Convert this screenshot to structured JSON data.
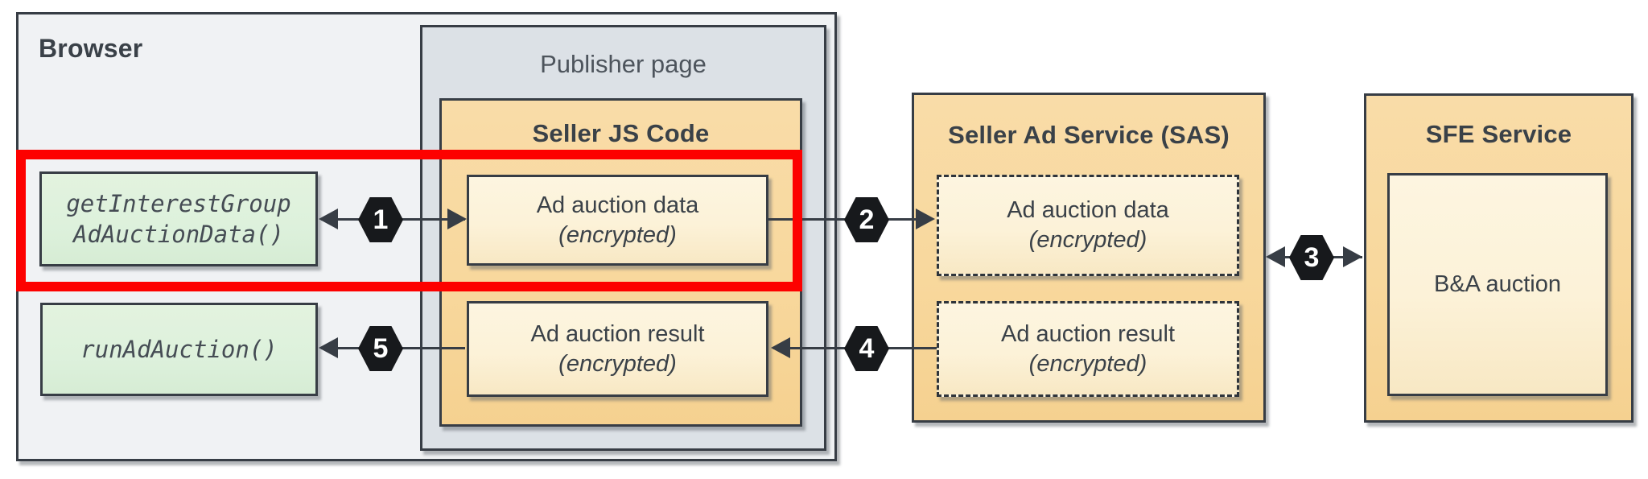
{
  "browser": {
    "title": "Browser"
  },
  "publisher_page": {
    "title": "Publisher page"
  },
  "seller_js": {
    "title": "Seller JS Code",
    "data_box": {
      "line1": "Ad auction data",
      "line2": "(encrypted)"
    },
    "result_box": {
      "line1": "Ad auction result",
      "line2": "(encrypted)"
    }
  },
  "browser_api": {
    "get_interest_group": {
      "line1": "getInterestGroup",
      "line2": "AdAuctionData()"
    },
    "run_ad_auction": {
      "line1": "runAdAuction()"
    }
  },
  "sas": {
    "title": "Seller Ad Service (SAS)",
    "data_box": {
      "line1": "Ad auction data",
      "line2": "(encrypted)"
    },
    "result_box": {
      "line1": "Ad auction result",
      "line2": "(encrypted)"
    }
  },
  "sfe": {
    "title": "SFE Service",
    "auction_box": {
      "label": "B&A auction"
    }
  },
  "steps": {
    "s1": "1",
    "s2": "2",
    "s3": "3",
    "s4": "4",
    "s5": "5"
  },
  "colors": {
    "accent_red": "#fd0100",
    "box_orange": "#f8d89d",
    "box_cream": "#fcf2d8",
    "box_green": "#ddf1dc",
    "panel_gray": "#f0f2f4",
    "panel_bluegray": "#dce1e6",
    "ink": "#373d45",
    "badge_black": "#17191c"
  }
}
